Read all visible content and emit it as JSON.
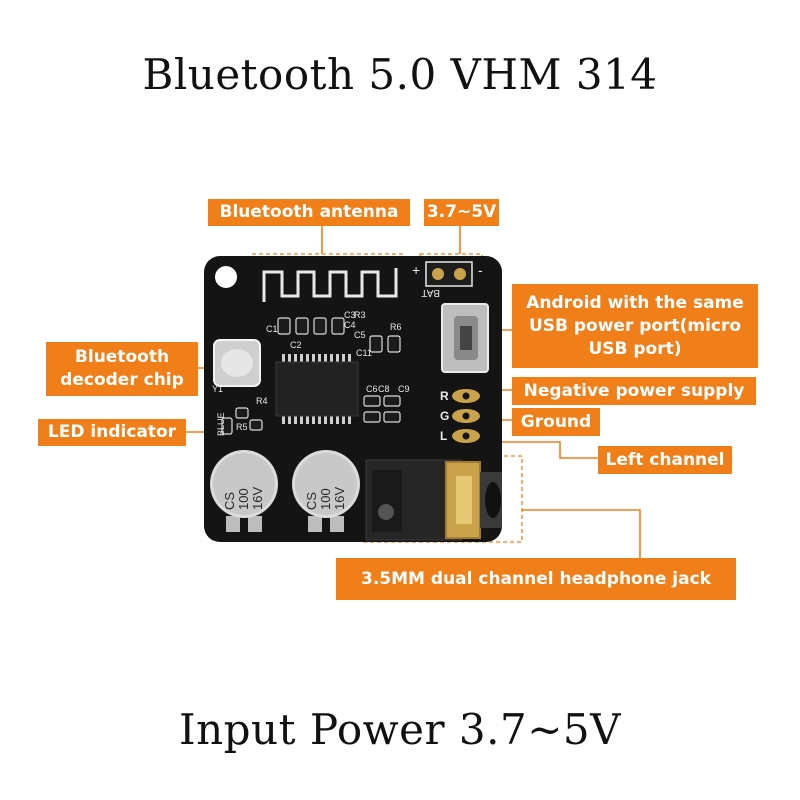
{
  "title": "Bluetooth 5.0 VHM 314",
  "footer": "Input Power 3.7~5V",
  "colors": {
    "accent": "#f07f1a",
    "board": "#141414",
    "silkscreen": "#e8e8e8",
    "gold": "#c9a24a"
  },
  "labels": {
    "antenna": "Bluetooth antenna",
    "voltage": "3.7~5V",
    "usb_line1": "Android with the same",
    "usb_line2": "USB power port(micro",
    "usb_line3": "USB port)",
    "chip_line1": "Bluetooth",
    "chip_line2": "decoder chip",
    "led": "LED indicator",
    "negative": "Negative power supply",
    "ground": "Ground",
    "left": "Left channel",
    "jack": "3.5MM dual channel headphone jack"
  },
  "board": {
    "plus": "+",
    "minus": "-",
    "bat": "BAT",
    "cap_text": [
      "CS",
      "100",
      "16V"
    ],
    "pin_letters": [
      "R",
      "G",
      "L"
    ],
    "silk": [
      "C1",
      "C2",
      "C3",
      "C4",
      "C5",
      "R3",
      "R6",
      "C11",
      "Y1",
      "R4",
      "R5",
      "C6",
      "C8",
      "C9",
      "BLUE"
    ]
  }
}
